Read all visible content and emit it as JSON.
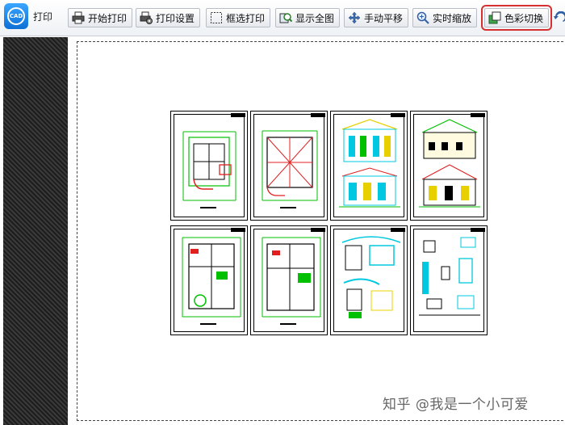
{
  "app": {
    "title": "打印",
    "logo_text": "CAD"
  },
  "toolbar": {
    "buttons": [
      {
        "id": "start-print",
        "label": "开始打印",
        "icon": "printer-icon"
      },
      {
        "id": "print-settings",
        "label": "打印设置",
        "icon": "print-settings-icon"
      },
      {
        "id": "frame-select-print",
        "label": "框选打印",
        "icon": "marquee-select-icon"
      },
      {
        "id": "show-all",
        "label": "显示全图",
        "icon": "fit-view-icon"
      },
      {
        "id": "manual-pan",
        "label": "手动平移",
        "icon": "pan-icon"
      },
      {
        "id": "realtime-zoom",
        "label": "实时缩放",
        "icon": "zoom-icon"
      },
      {
        "id": "color-switch",
        "label": "色彩切换",
        "icon": "color-switch-icon",
        "highlighted": true
      }
    ],
    "overflow_icon": "undo-icon"
  },
  "watermark": "知乎 @我是一个小可爱",
  "colors": {
    "accent_highlight": "#d63030",
    "drawing_green": "#00c000",
    "drawing_red": "#e02020",
    "drawing_cyan": "#00c8e0",
    "drawing_yellow": "#e8d000"
  }
}
